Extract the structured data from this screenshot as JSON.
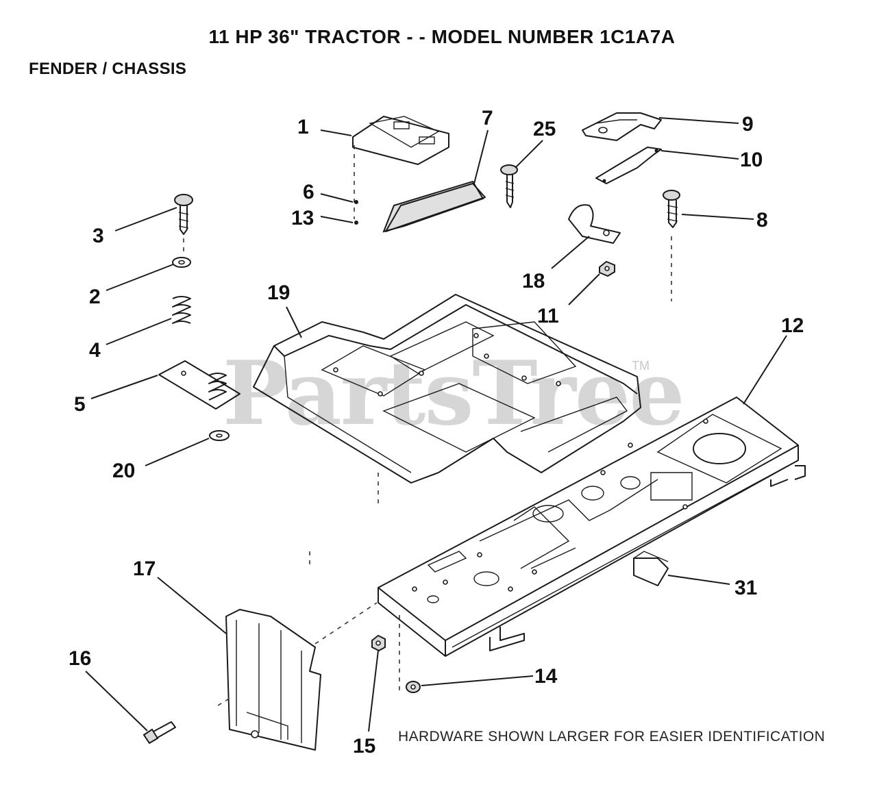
{
  "header": {
    "title": "11 HP 36\" TRACTOR - - MODEL NUMBER 1C1A7A",
    "section": "FENDER / CHASSIS"
  },
  "watermark": {
    "text": "PartsTree",
    "mark": "TM"
  },
  "footnote": "HARDWARE SHOWN LARGER FOR EASIER IDENTIFICATION",
  "callouts": {
    "c1": "1",
    "c2": "2",
    "c3": "3",
    "c4": "4",
    "c5": "5",
    "c6": "6",
    "c7": "7",
    "c8": "8",
    "c9": "9",
    "c10": "10",
    "c11": "11",
    "c12": "12",
    "c13": "13",
    "c14": "14",
    "c15": "15",
    "c16": "16",
    "c17": "17",
    "c18": "18",
    "c19": "19",
    "c20": "20",
    "c25": "25",
    "c31": "31"
  }
}
